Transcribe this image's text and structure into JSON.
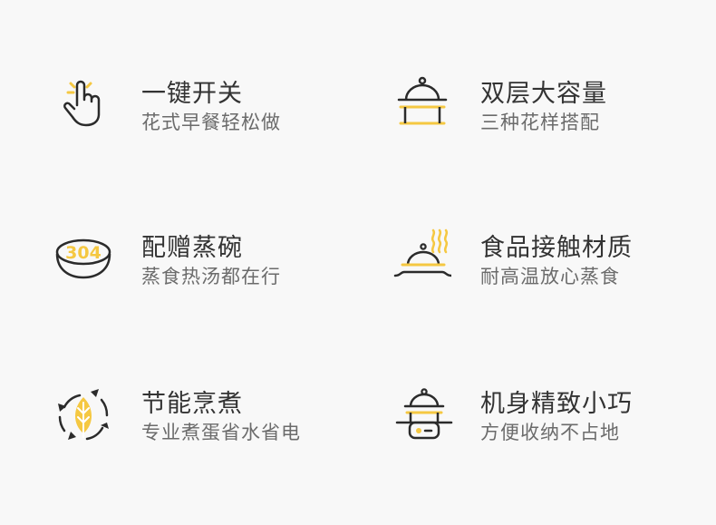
{
  "colors": {
    "background": "#f8f8f8",
    "title": "#333333",
    "subtitle": "#6b6b6b",
    "accent": "#f5c842",
    "line": "#2b2b2b"
  },
  "features": [
    {
      "icon": "finger-tap-icon",
      "title": "一键开关",
      "subtitle": "花式早餐轻松做"
    },
    {
      "icon": "double-layer-steamer-icon",
      "title": "双层大容量",
      "subtitle": "三种花样搭配"
    },
    {
      "icon": "bowl-304-icon",
      "title": "配赠蒸碗",
      "subtitle": "蒸食热汤都在行",
      "icon_text": "304"
    },
    {
      "icon": "steaming-lid-icon",
      "title": "食品接触材质",
      "subtitle": "耐高温放心蒸食"
    },
    {
      "icon": "energy-saving-leaf-icon",
      "title": "节能烹煮",
      "subtitle": "专业煮蛋省水省电"
    },
    {
      "icon": "compact-steamer-icon",
      "title": "机身精致小巧",
      "subtitle": "方便收纳不占地"
    }
  ]
}
